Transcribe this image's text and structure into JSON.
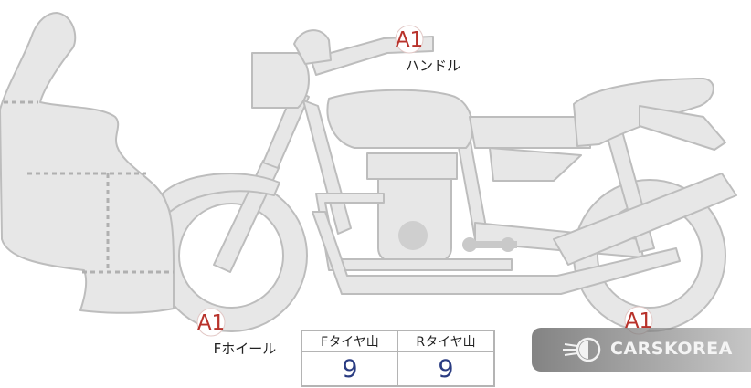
{
  "markers": {
    "handle": {
      "code": "A1",
      "label": "ハンドル"
    },
    "front_wheel": {
      "code": "A1",
      "label": "Fホイール"
    },
    "rear_wheel": {
      "code": "A1"
    }
  },
  "tire_tread": {
    "front_header": "Fタイヤ山",
    "rear_header": "Rタイヤ山",
    "front_value": "9",
    "rear_value": "9"
  },
  "watermark": {
    "text": "CARSKOREA",
    "icon": "carskorea-logo-icon"
  },
  "colors": {
    "outline": "#bdbdbd",
    "fill": "#e7e7e7",
    "marker": "#b8322b",
    "value": "#2a3c82"
  }
}
